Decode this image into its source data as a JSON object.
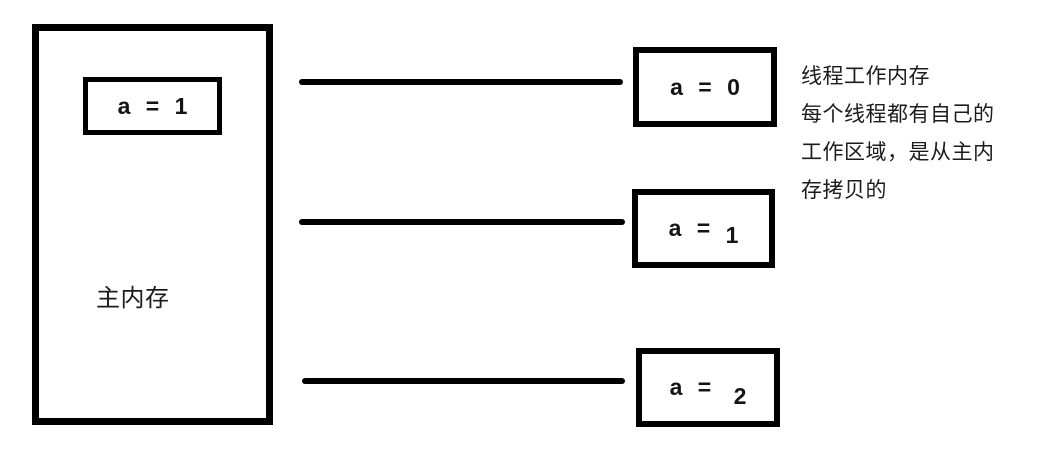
{
  "diagram": {
    "main_memory": {
      "label": "主内存",
      "variable": {
        "name": "a",
        "eq": "=",
        "value": "1"
      }
    },
    "threads": [
      {
        "variable": {
          "name": "a",
          "eq": "=",
          "value": "0"
        }
      },
      {
        "variable": {
          "name": "a",
          "eq": "=",
          "value": "1"
        }
      },
      {
        "variable": {
          "name": "a",
          "eq": "=",
          "value": "2"
        }
      }
    ],
    "annotation": {
      "lines": [
        "线程工作内存",
        "每个线程都有自己的",
        "工作区域，是从主内",
        "存拷贝的"
      ]
    },
    "colors": {
      "stroke": "#000000",
      "text": "#1c1c1c",
      "background": "#ffffff"
    }
  }
}
